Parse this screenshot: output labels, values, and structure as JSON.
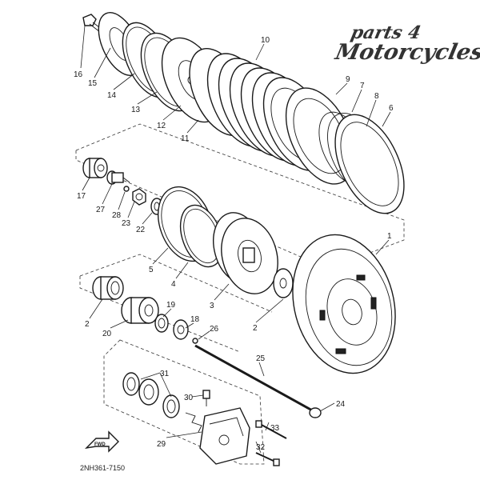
{
  "logo": {
    "line1": "parts 4",
    "line2": "Motorcycles"
  },
  "diagram_code": "2NH361-7150",
  "fwd_label": "FWD",
  "callouts": [
    "16",
    "15",
    "14",
    "13",
    "12",
    "11",
    "10",
    "9",
    "7",
    "8",
    "6",
    "17",
    "27",
    "28",
    "23",
    "22",
    "5",
    "4",
    "3",
    "2",
    "2",
    "20",
    "19",
    "18",
    "26",
    "1",
    "25",
    "31",
    "30",
    "24",
    "33",
    "29",
    "32"
  ]
}
